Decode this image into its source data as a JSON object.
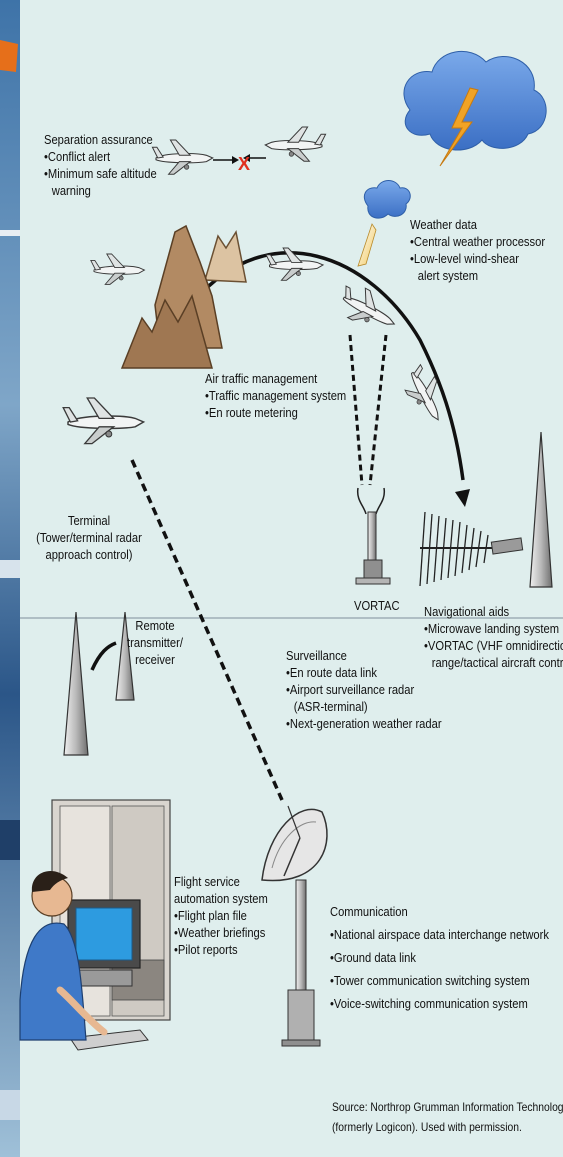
{
  "separation": {
    "title": "Separation assurance",
    "items": [
      "Conflict alert",
      "Minimum safe altitude"
    ],
    "item_continuation": "warning"
  },
  "weather": {
    "title": "Weather data",
    "items": [
      "Central weather processor",
      "Low-level wind-shear"
    ],
    "item_continuation": "alert system"
  },
  "atm": {
    "title": "Air traffic management",
    "items": [
      "Traffic management system",
      "En route metering"
    ]
  },
  "terminal": {
    "lines": [
      "Terminal",
      "(Tower/terminal radar",
      "approach control)"
    ]
  },
  "vortac_label": "VORTAC",
  "navaids": {
    "title": "Navigational aids",
    "items": [
      "Microwave landing system",
      "VORTAC (VHF omnidirectional"
    ],
    "item_continuation": "range/tactical aircraft control)"
  },
  "remote": {
    "lines": [
      "Remote",
      "transmitter/",
      "receiver"
    ]
  },
  "surveillance": {
    "title": "Surveillance",
    "items": [
      "En route data link",
      "Airport surveillance radar",
      "Next-generation weather radar"
    ],
    "item_continuation": "(ASR-terminal)"
  },
  "flight_service": {
    "title_lines": [
      "Flight service",
      "automation system"
    ],
    "items": [
      "Flight plan file",
      "Weather briefings",
      "Pilot reports"
    ]
  },
  "communication": {
    "title": "Communication",
    "items": [
      "National airspace data interchange network",
      "Ground data link",
      "Tower communication switching system",
      "Voice-switching communication system"
    ]
  },
  "source": {
    "lines": [
      "Source: Northrop Grumman Information Technology",
      "(formerly Logicon). Used with permission."
    ]
  },
  "colors": {
    "background": "#dfeeed",
    "mountain_dark": "#a47e58",
    "mountain_light": "#dcc3a2",
    "cloud_blue": "#5b8fd9",
    "lightning": "#f1a326",
    "conflict_x": "#e0301e",
    "side_strip": "#2d5f95"
  }
}
